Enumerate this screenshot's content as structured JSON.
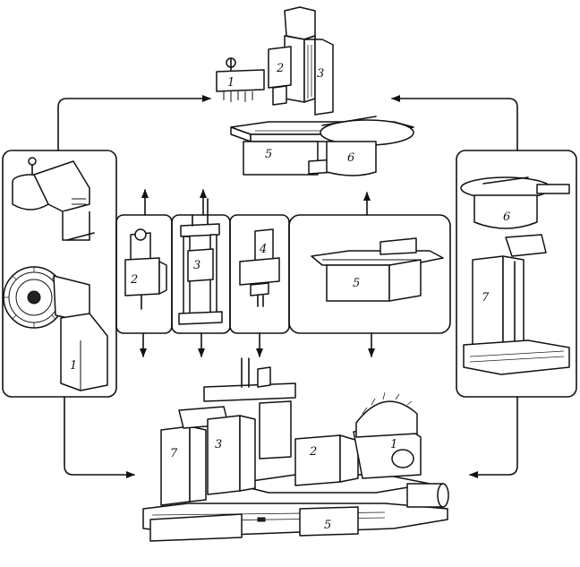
{
  "labels": {
    "top": [
      "1",
      "2",
      "3",
      "5",
      "6"
    ],
    "left": [
      "1"
    ],
    "center": [
      "2",
      "3",
      "4",
      "5"
    ],
    "right": [
      "6",
      "7"
    ],
    "bottom": [
      "7",
      "3",
      "2",
      "1",
      "5"
    ]
  }
}
